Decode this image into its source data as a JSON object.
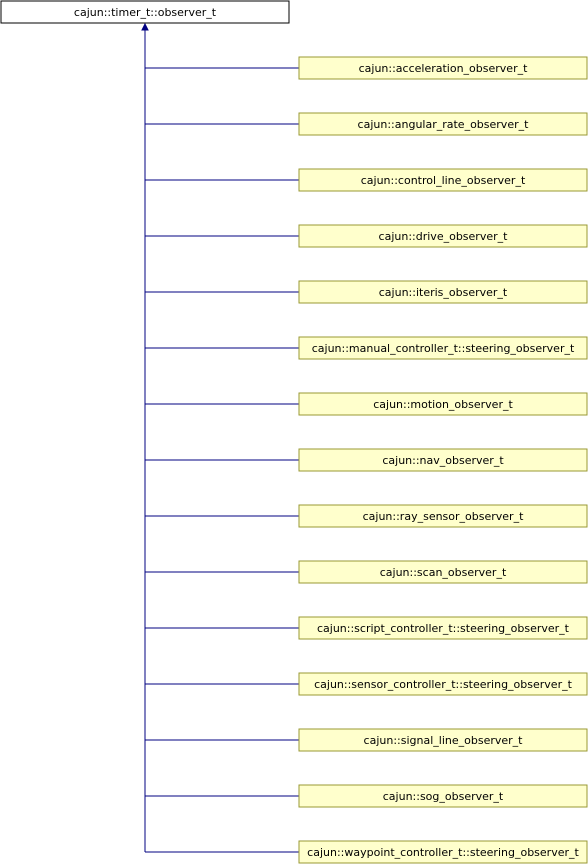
{
  "diagram": {
    "type": "inheritance-graph",
    "colors": {
      "root_fill": "#ffffff",
      "root_border": "#000000",
      "child_fill": "#ffffcc",
      "child_border": "#999933",
      "edge": "#000080"
    },
    "root": {
      "label": "cajun::timer_t::observer_t"
    },
    "children": [
      {
        "label": "cajun::acceleration_observer_t"
      },
      {
        "label": "cajun::angular_rate_observer_t"
      },
      {
        "label": "cajun::control_line_observer_t"
      },
      {
        "label": "cajun::drive_observer_t"
      },
      {
        "label": "cajun::iteris_observer_t"
      },
      {
        "label": "cajun::manual_controller_t::steering_observer_t"
      },
      {
        "label": "cajun::motion_observer_t"
      },
      {
        "label": "cajun::nav_observer_t"
      },
      {
        "label": "cajun::ray_sensor_observer_t"
      },
      {
        "label": "cajun::scan_observer_t"
      },
      {
        "label": "cajun::script_controller_t::steering_observer_t"
      },
      {
        "label": "cajun::sensor_controller_t::steering_observer_t"
      },
      {
        "label": "cajun::signal_line_observer_t"
      },
      {
        "label": "cajun::sog_observer_t"
      },
      {
        "label": "cajun::waypoint_controller_t::steering_observer_t"
      }
    ]
  }
}
